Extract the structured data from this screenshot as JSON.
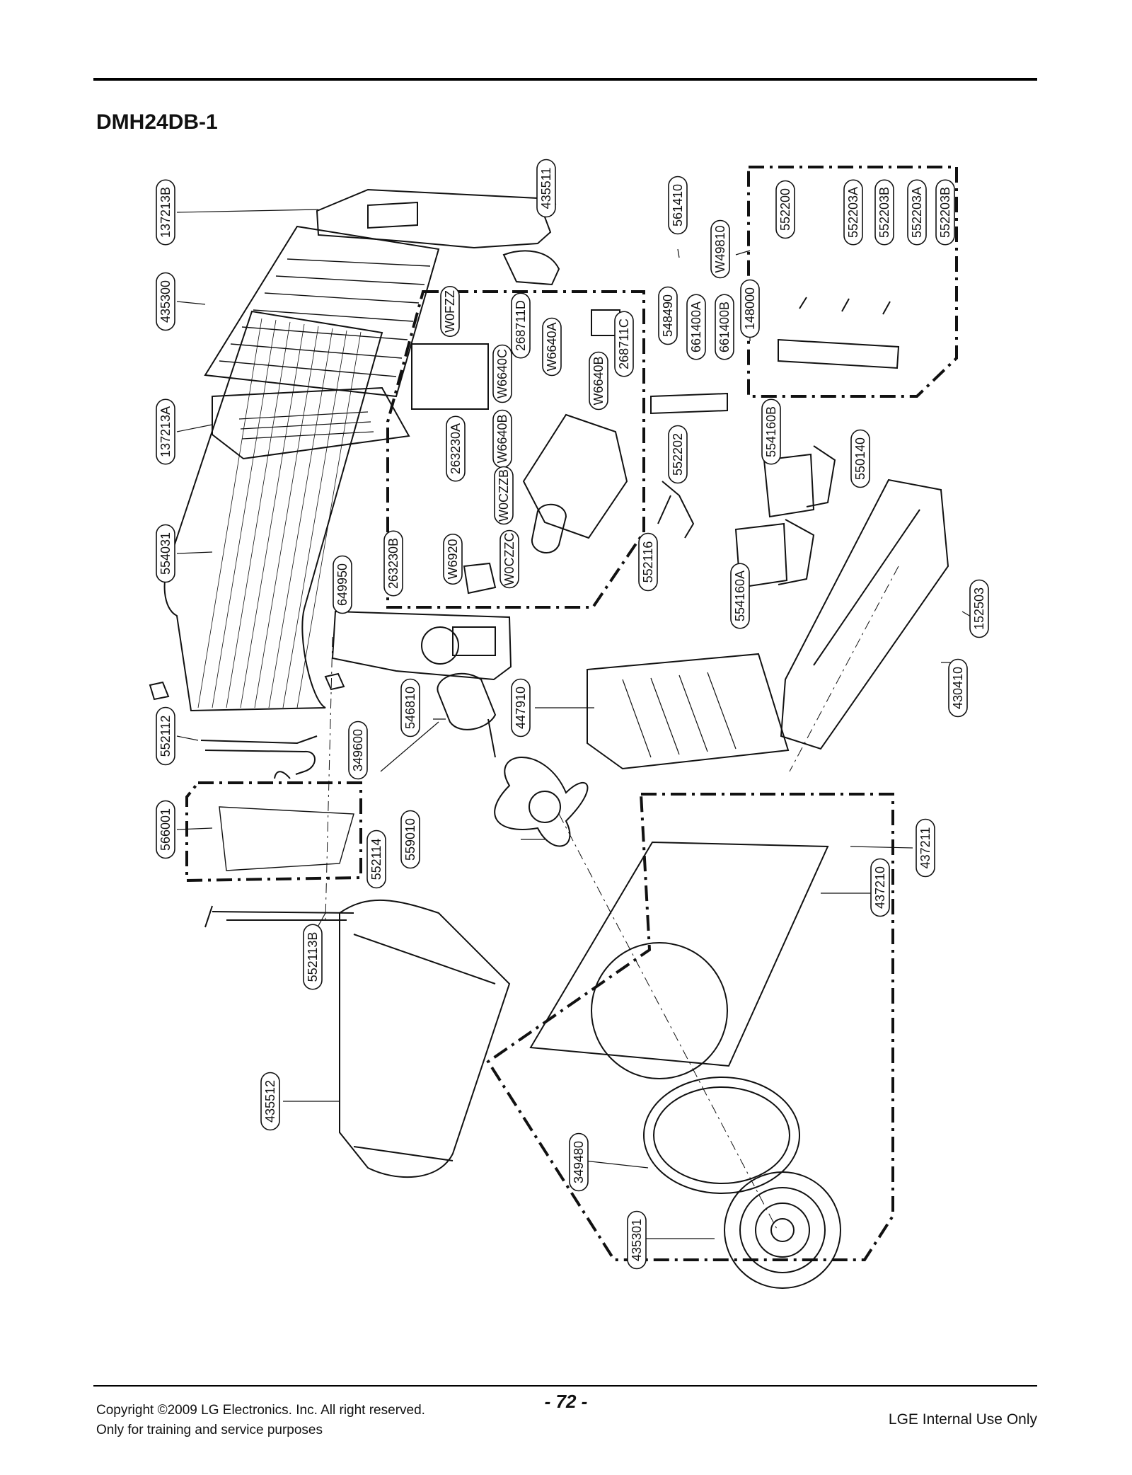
{
  "header": {
    "model": "DMH24DB-1"
  },
  "parts": [
    {
      "id": "p137213B",
      "label": "137213B"
    },
    {
      "id": "p435300",
      "label": "435300"
    },
    {
      "id": "p137213A",
      "label": "137213A"
    },
    {
      "id": "p554031",
      "label": "554031"
    },
    {
      "id": "p552112",
      "label": "552112"
    },
    {
      "id": "p566001",
      "label": "566001"
    },
    {
      "id": "p552113B",
      "label": "552113B"
    },
    {
      "id": "p435512",
      "label": "435512"
    },
    {
      "id": "p435511",
      "label": "435511"
    },
    {
      "id": "pW0FZZ",
      "label": "W0FZZ"
    },
    {
      "id": "p268711D",
      "label": "268711D"
    },
    {
      "id": "pW6640C",
      "label": "W6640C"
    },
    {
      "id": "pW6640A",
      "label": "W6640A"
    },
    {
      "id": "pW6640B",
      "label": "W6640B"
    },
    {
      "id": "p268711C",
      "label": "268711C"
    },
    {
      "id": "p263230A",
      "label": "263230A"
    },
    {
      "id": "pW6640B2",
      "label": "W6640B"
    },
    {
      "id": "pW0CZZB",
      "label": "W0CZZB"
    },
    {
      "id": "p263230B",
      "label": "263230B"
    },
    {
      "id": "pW6920",
      "label": "W6920"
    },
    {
      "id": "pW0CZZC",
      "label": "W0CZZC"
    },
    {
      "id": "p649950",
      "label": "649950"
    },
    {
      "id": "p349600",
      "label": "349600"
    },
    {
      "id": "p546810",
      "label": "546810"
    },
    {
      "id": "p552114",
      "label": "552114"
    },
    {
      "id": "p559010",
      "label": "559010"
    },
    {
      "id": "p447910",
      "label": "447910"
    },
    {
      "id": "p561410",
      "label": "561410"
    },
    {
      "id": "pW49810",
      "label": "W49810"
    },
    {
      "id": "p548490",
      "label": "548490"
    },
    {
      "id": "p661400A",
      "label": "661400A"
    },
    {
      "id": "p661400B",
      "label": "661400B"
    },
    {
      "id": "p552202",
      "label": "552202"
    },
    {
      "id": "p552116",
      "label": "552116"
    },
    {
      "id": "p554160B",
      "label": "554160B"
    },
    {
      "id": "p554160A",
      "label": "554160A"
    },
    {
      "id": "p550140",
      "label": "550140"
    },
    {
      "id": "p552200",
      "label": "552200"
    },
    {
      "id": "p552203A",
      "label": "552203A"
    },
    {
      "id": "p552203B",
      "label": "552203B"
    },
    {
      "id": "p552203A2",
      "label": "552203A"
    },
    {
      "id": "p552203B2",
      "label": "552203B"
    },
    {
      "id": "p148000",
      "label": "148000"
    },
    {
      "id": "p152503",
      "label": "152503"
    },
    {
      "id": "p430410",
      "label": "430410"
    },
    {
      "id": "p437211",
      "label": "437211"
    },
    {
      "id": "p437210",
      "label": "437210"
    },
    {
      "id": "p349480",
      "label": "349480"
    },
    {
      "id": "p435301",
      "label": "435301"
    }
  ],
  "footer": {
    "copyright": "Copyright ©2009 LG Electronics. Inc. All right reserved.",
    "training": "Only for training and service purposes",
    "page_number": "- 72 -",
    "internal": "LGE Internal Use Only"
  }
}
